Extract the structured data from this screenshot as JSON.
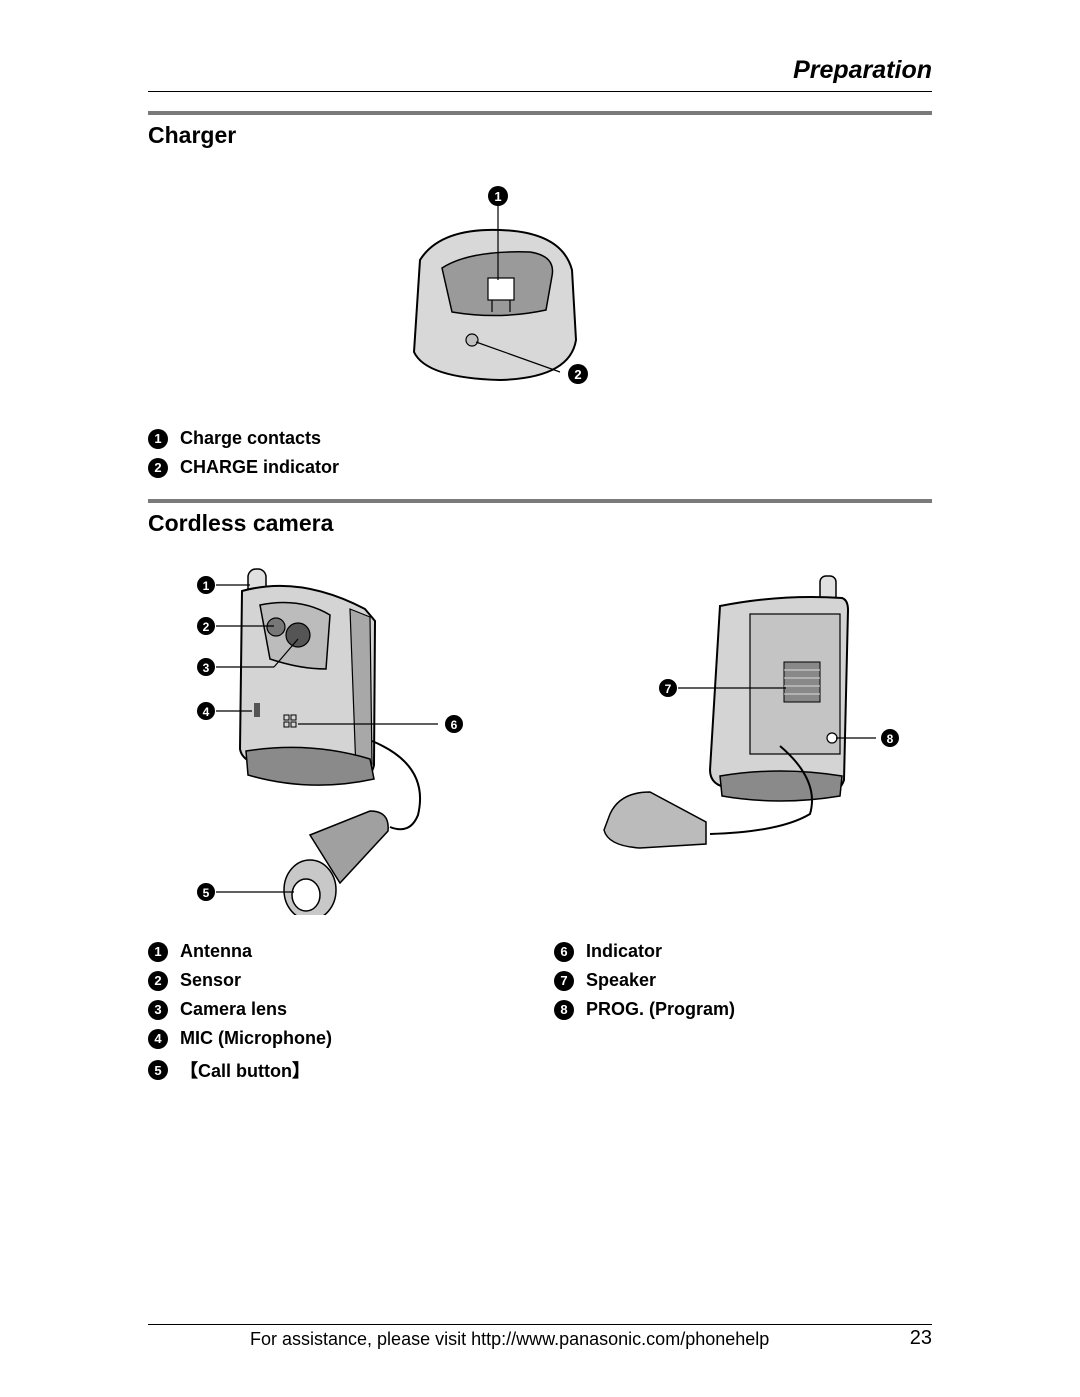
{
  "header": {
    "title": "Preparation"
  },
  "charger": {
    "title": "Charger",
    "callouts": [
      "1",
      "2"
    ],
    "legend": [
      {
        "num": "1",
        "label": "Charge contacts"
      },
      {
        "num": "2",
        "label": "CHARGE indicator"
      }
    ]
  },
  "camera": {
    "title": "Cordless camera",
    "callouts": [
      "1",
      "2",
      "3",
      "4",
      "5",
      "6",
      "7",
      "8"
    ],
    "legend_left": [
      {
        "num": "1",
        "label": "Antenna"
      },
      {
        "num": "2",
        "label": "Sensor"
      },
      {
        "num": "3",
        "label": "Camera lens"
      },
      {
        "num": "4",
        "label": "MIC (Microphone)"
      },
      {
        "num": "5",
        "label": "【Call button】"
      }
    ],
    "legend_right": [
      {
        "num": "6",
        "label": "Indicator"
      },
      {
        "num": "7",
        "label": "Speaker"
      },
      {
        "num": "8",
        "label": "PROG. (Program)"
      }
    ]
  },
  "footer": {
    "text": "For assistance, please visit http://www.panasonic.com/phonehelp",
    "page_number": "23"
  }
}
